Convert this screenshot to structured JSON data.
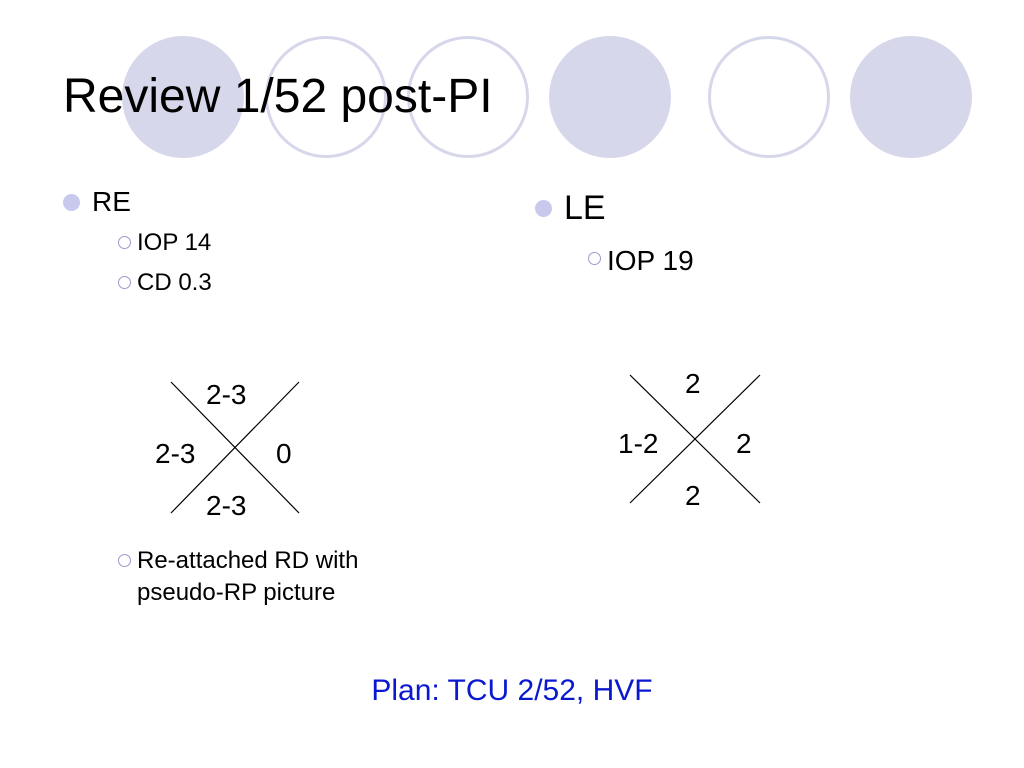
{
  "slide": {
    "title": "Review 1/52 post-PI",
    "right_eye": {
      "label": "RE",
      "items": [
        "IOP 14",
        "CD 0.3"
      ],
      "cross": {
        "top": "2-3",
        "left": "2-3",
        "right": "0",
        "bottom": "2-3"
      },
      "note": "Re-attached RD with pseudo-RP picture"
    },
    "left_eye": {
      "label": "LE",
      "items": [
        "IOP 19"
      ],
      "cross": {
        "top": "2",
        "left": "1-2",
        "right": "2",
        "bottom": "2"
      }
    },
    "plan": "Plan: TCU 2/52, HVF"
  },
  "colors": {
    "circle": "#d7d7ec",
    "bullet": "#c9c9ee",
    "plan_text": "#0a18d0"
  }
}
